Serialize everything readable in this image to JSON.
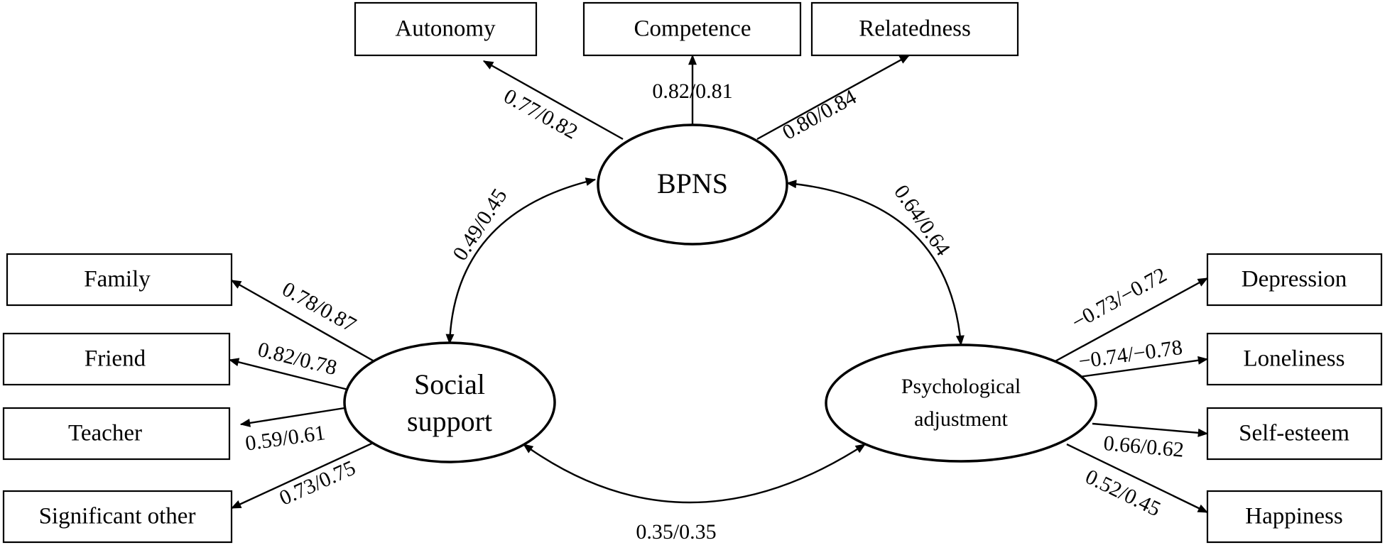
{
  "latent": {
    "bpns": "BPNS",
    "social": [
      "Social",
      "support"
    ],
    "psych": [
      "Psychological",
      "adjustment"
    ]
  },
  "indicators": {
    "autonomy": "Autonomy",
    "competence": "Competence",
    "relatedness": "Relatedness",
    "family": "Family",
    "friend": "Friend",
    "teacher": "Teacher",
    "significant_other": "Significant other",
    "depression": "Depression",
    "loneliness": "Loneliness",
    "self_esteem": "Self-esteem",
    "happiness": "Happiness"
  },
  "loadings": {
    "autonomy": "0.77/0.82",
    "competence": "0.82/0.81",
    "relatedness": "0.80/0.84",
    "family": "0.78/0.87",
    "friend": "0.82/0.78",
    "teacher": "0.59/0.61",
    "significant_other": "0.73/0.75",
    "depression": "−0.73/−0.72",
    "loneliness": "−0.74/−0.78",
    "self_esteem": "0.66/0.62",
    "happiness": "0.52/0.45"
  },
  "correlations": {
    "bpns_social": "0.49/0.45",
    "bpns_psych": "0.64/0.64",
    "social_psych": "0.35/0.35"
  }
}
